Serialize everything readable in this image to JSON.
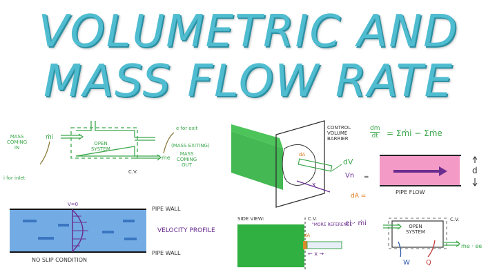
{
  "title": {
    "line1": "VOLUMETRIC AND",
    "line2": "MASS FLOW RATE",
    "color": "#4fbcd0"
  },
  "open_system_diagram": {
    "mass_coming_in": [
      "MASS",
      "COMING",
      "IN"
    ],
    "m_in": "ṁi",
    "i_for_inlet": "i for inlet",
    "box_label": [
      "OPEN",
      "SYSTEM"
    ],
    "cv_label": "C.V.",
    "e_for_exit": "e for exit",
    "mass_exiting": "(MASS EXITING)",
    "mass_coming_out": [
      "MASS",
      "COMING",
      "OUT"
    ],
    "m_out": "ṁe"
  },
  "control_volume_diagram": {
    "barrier_label": [
      "CONTROL",
      "VOLUME",
      "BARRIER"
    ],
    "dA": "dA",
    "x": "x",
    "dV": "dV",
    "Vn": "Vn",
    "eq_sign": "=",
    "dA2": "dA ="
  },
  "mass_balance": {
    "lhs_num": "dm",
    "lhs_den": "dt",
    "rhs": "= Σṁi − Σṁe"
  },
  "pipe_flow": {
    "label": "PIPE FLOW",
    "d": "d",
    "fill": "#f39ac6",
    "arrow": "#6a2d8f"
  },
  "velocity_profile": {
    "v0": "V=0",
    "pipe_wall_top": "PIPE WALL",
    "pipe_wall_bottom": "PIPE WALL",
    "profile_label": "VELOCITY PROFILE",
    "no_slip": "NO SLIP CONDITION",
    "fill": "#5b9ee0"
  },
  "side_view": {
    "label": "SIDE VIEW:",
    "cv": "C.V.",
    "dA": "dA",
    "more_ref": "\"MORE REFERENCE\"",
    "x": "← x →"
  },
  "energy_diagram": {
    "ei_mi": "ei · ṁi",
    "box_label": [
      "OPEN",
      "SYSTEM"
    ],
    "cv": "C.V.",
    "me_ee": "ṁe · ee",
    "W": "W",
    "Q": "Q"
  }
}
